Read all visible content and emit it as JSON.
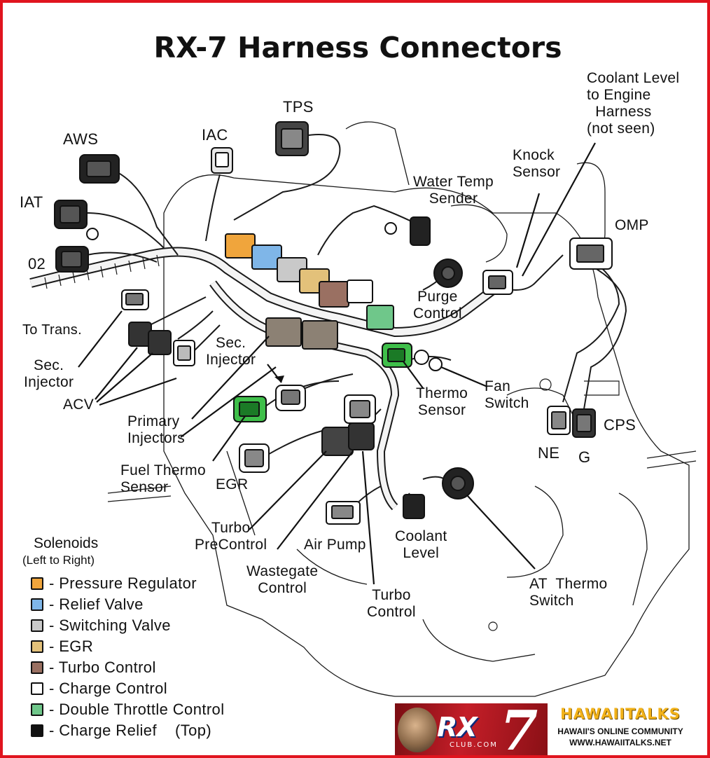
{
  "title": "RX-7 Harness Connectors",
  "labels": {
    "tps": "TPS",
    "iac": "IAC",
    "aws": "AWS",
    "iat": "IAT",
    "o2": "02",
    "to_trans": "To Trans.",
    "sec_injector_left": "Sec.\nInjector",
    "acv": "ACV",
    "primary_injectors": "Primary\nInjectors",
    "sec_injector_center": "Sec.\nInjector",
    "fuel_thermo_sensor": "Fuel Thermo\nSensor",
    "egr": "EGR",
    "turbo_precontrol": "Turbo\nPreControl",
    "air_pump": "Air Pump",
    "wastegate_control": "Wastegate\nControl",
    "turbo_control": "Turbo\nControl",
    "coolant_level": "Coolant\nLevel",
    "at_thermo_switch": "AT  Thermo\nSwitch",
    "thermo_sensor": "Thermo\nSensor",
    "fan_switch": "Fan\nSwitch",
    "purge_control": "Purge\nControl",
    "water_temp_sender": "Water Temp\nSender",
    "knock_sensor": "Knock\nSensor",
    "coolant_level_harness": "Coolant Level\nto Engine\n  Harness\n(not seen)",
    "omp": "OMP",
    "cps": "CPS",
    "ne": "NE",
    "g": "G"
  },
  "legend": {
    "title": "Solenoids",
    "subtitle": "(Left to Right)",
    "items": [
      {
        "text": "- Pressure Regulator",
        "color": "#f0a53c"
      },
      {
        "text": "- Relief Valve",
        "color": "#7fb6e8"
      },
      {
        "text": "- Switching Valve",
        "color": "#c9c9c9"
      },
      {
        "text": "- EGR",
        "color": "#e3c17a"
      },
      {
        "text": "- Turbo Control",
        "color": "#9a7062"
      },
      {
        "text": "- Charge Control",
        "color": "#ffffff"
      },
      {
        "text": "- Double Throttle Control",
        "color": "#6fc78a"
      },
      {
        "text": "- Charge Relief    (Top)",
        "color": "#111111"
      }
    ]
  },
  "branding": {
    "rx": "RX",
    "seven": "7",
    "club": "CLUB.COM",
    "logo": "HAWAIITALKS",
    "tagline": "HAWAII'S ONLINE COMMUNITY",
    "url": "WWW.HAWAIITALKS.NET"
  },
  "colors": {
    "border": "#e0141e",
    "pressure_regulator": "#f0a53c",
    "relief_valve": "#7fb6e8",
    "egr": "#e3c17a",
    "turbo_control": "#9a7062",
    "double_throttle": "#6fc78a",
    "green_connector": "#3fbf4a"
  }
}
